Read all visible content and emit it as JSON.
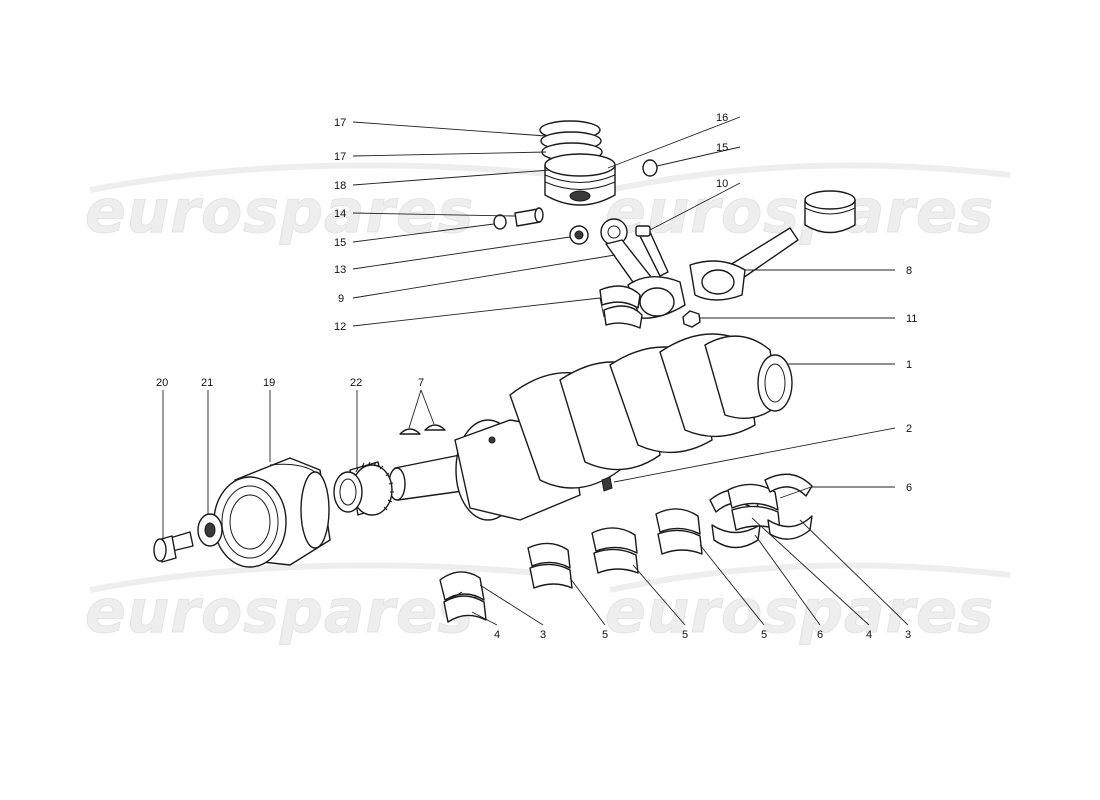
{
  "watermark": {
    "text": "eurospares"
  },
  "callouts": [
    {
      "id": "c17a",
      "label": "17"
    },
    {
      "id": "c17b",
      "label": "17"
    },
    {
      "id": "c18",
      "label": "18"
    },
    {
      "id": "c14",
      "label": "14"
    },
    {
      "id": "c15a",
      "label": "15"
    },
    {
      "id": "c13",
      "label": "13"
    },
    {
      "id": "c9",
      "label": "9"
    },
    {
      "id": "c12",
      "label": "12"
    },
    {
      "id": "c16",
      "label": "16"
    },
    {
      "id": "c15b",
      "label": "15"
    },
    {
      "id": "c10",
      "label": "10"
    },
    {
      "id": "c8",
      "label": "8"
    },
    {
      "id": "c11",
      "label": "11"
    },
    {
      "id": "c1",
      "label": "1"
    },
    {
      "id": "c2",
      "label": "2"
    },
    {
      "id": "c6a",
      "label": "6"
    },
    {
      "id": "c20",
      "label": "20"
    },
    {
      "id": "c21",
      "label": "21"
    },
    {
      "id": "c19",
      "label": "19"
    },
    {
      "id": "c22",
      "label": "22"
    },
    {
      "id": "c7",
      "label": "7"
    },
    {
      "id": "c4a",
      "label": "4"
    },
    {
      "id": "c3a",
      "label": "3"
    },
    {
      "id": "c5a",
      "label": "5"
    },
    {
      "id": "c5b",
      "label": "5"
    },
    {
      "id": "c5c",
      "label": "5"
    },
    {
      "id": "c6b",
      "label": "6"
    },
    {
      "id": "c4b",
      "label": "4"
    },
    {
      "id": "c3b",
      "label": "3"
    }
  ]
}
